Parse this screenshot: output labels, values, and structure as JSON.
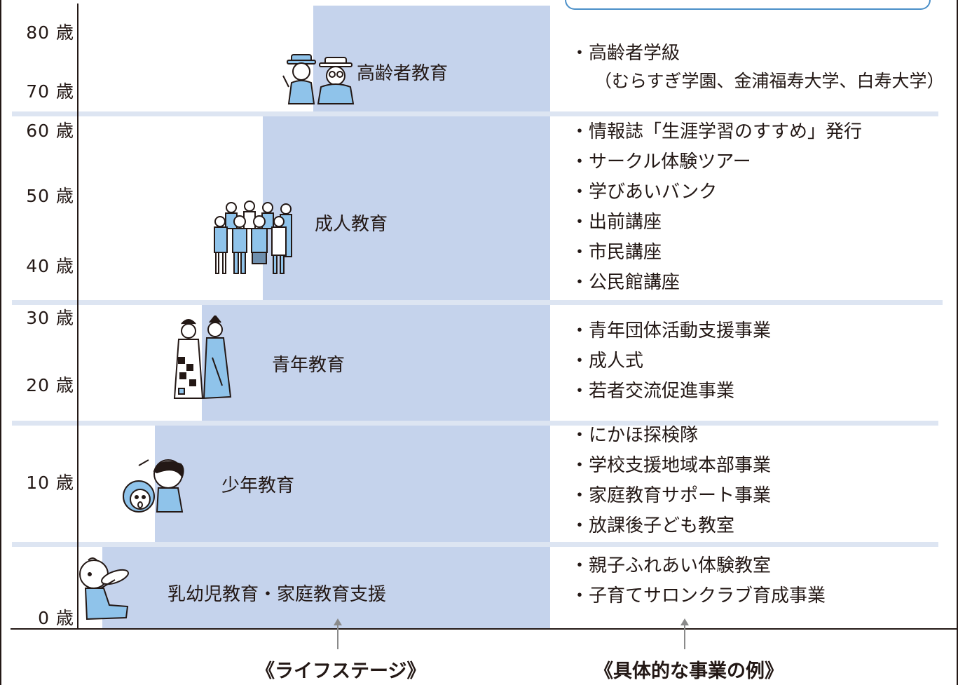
{
  "ages": [
    "80 歳",
    "70 歳",
    "60 歳",
    "50 歳",
    "40 歳",
    "30 歳",
    "20 歳",
    "10 歳",
    "0 歳"
  ],
  "stages": [
    {
      "label": "高齢者教育",
      "items": [
        "・高齢者学級"
      ],
      "sub": "（むらすぎ学園、金浦福寿大学、白寿大学）"
    },
    {
      "label": "成人教育",
      "items": [
        "・情報誌「生涯学習のすすめ」発行",
        "・サークル体験ツアー",
        "・学びあいバンク",
        "・出前講座",
        "・市民講座",
        "・公民館講座"
      ]
    },
    {
      "label": "青年教育",
      "items": [
        "・青年団体活動支援事業",
        "・成人式",
        "・若者交流促進事業"
      ]
    },
    {
      "label": "少年教育",
      "items": [
        "・にかほ探検隊",
        "・学校支援地域本部事業",
        "・家庭教育サポート事業",
        "・放課後子ども教室"
      ]
    },
    {
      "label": "乳幼児教育・家庭教育支援",
      "items": [
        "・親子ふれあい体験教室",
        "・子育てサロンクラブ育成事業"
      ]
    }
  ],
  "footer": {
    "left": "《ライフステージ》",
    "right": "《具体的な事業の例》"
  },
  "colors": {
    "band": "#c5d3ec",
    "separator": "#dde5f2",
    "frame_accent": "#4a8fc8"
  }
}
